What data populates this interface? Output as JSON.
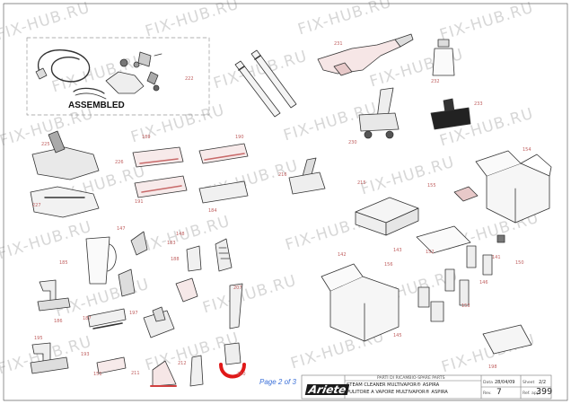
{
  "watermark": "FIX-HUB.RU",
  "assembled_label": "ASSEMBLED",
  "page_label": "Page 2 of 3",
  "callouts": [
    "222",
    "231",
    "230",
    "232",
    "233",
    "225",
    "226",
    "227",
    "189",
    "190",
    "191",
    "184",
    "216",
    "215",
    "154",
    "155",
    "156",
    "142",
    "143",
    "152",
    "153",
    "145",
    "146",
    "147",
    "148",
    "183",
    "185",
    "188",
    "207",
    "187",
    "186",
    "197",
    "193",
    "195",
    "198",
    "150",
    "151",
    "211",
    "212",
    "210",
    "141"
  ],
  "title_block": {
    "header": "PARTI DI RICAMBIO-SPARE PARTS",
    "line1": "STEAM CLEANER MULTIVAPOR® ASPIRA",
    "line2": "PULITORE A VAPORE MULTIVAPOR® ASPIRA",
    "brand": "Ariete",
    "date_label": "Data",
    "date_value": "28/04/09",
    "sheet_label": "Sheet",
    "sheet_value": "2/2",
    "rev_label": "Rev.",
    "rev_value": "7",
    "ref_label": "Ref. app.",
    "ref_value": "399"
  }
}
